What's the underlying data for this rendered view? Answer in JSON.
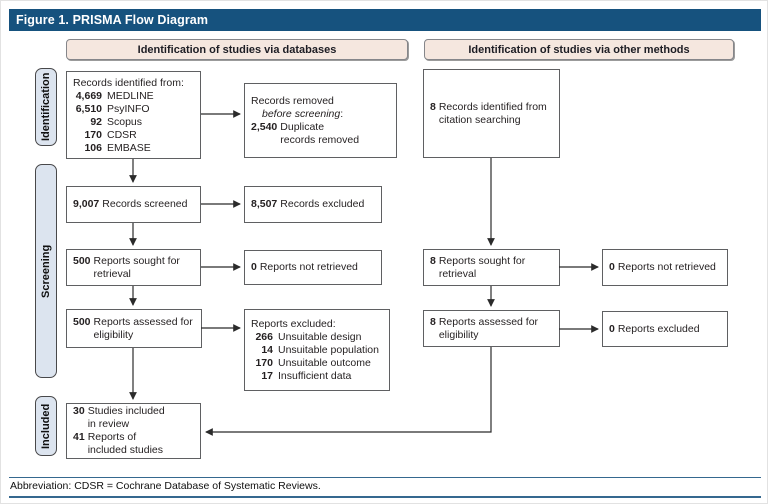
{
  "title": "Figure 1. PRISMA Flow Diagram",
  "headers": {
    "databases": "Identification of studies via databases",
    "other_methods": "Identification of studies via other methods"
  },
  "stages": {
    "identification": "Identification",
    "screening": "Screening",
    "included": "Included"
  },
  "database_flow": {
    "records_identified": {
      "title": "Records identified from:",
      "sources": [
        {
          "n": "4,669",
          "label": "MEDLINE"
        },
        {
          "n": "6,510",
          "label": "PsyINFO"
        },
        {
          "n": "92",
          "label": "Scopus"
        },
        {
          "n": "170",
          "label": "CDSR"
        },
        {
          "n": "106",
          "label": "EMBASE"
        }
      ]
    },
    "records_removed": {
      "line1": "Records removed",
      "line2": "before screening",
      "line2_suffix": ":",
      "n": "2,540",
      "label_line1": "Duplicate",
      "label_line2": "records removed"
    },
    "records_screened": {
      "n": "9,007",
      "label": "Records screened"
    },
    "records_excluded": {
      "n": "8,507",
      "label": "Records excluded"
    },
    "reports_sought": {
      "n": "500",
      "label": "Reports sought for retrieval"
    },
    "reports_not_retrieved": {
      "n": "0",
      "label": "Reports not retrieved"
    },
    "reports_assessed": {
      "n": "500",
      "label": "Reports assessed for eligibility"
    },
    "reports_excluded_detail": {
      "title": "Reports excluded:",
      "reasons": [
        {
          "n": "266",
          "label": "Unsuitable design"
        },
        {
          "n": "14",
          "label": "Unsuitable population"
        },
        {
          "n": "170",
          "label": "Unsuitable outcome"
        },
        {
          "n": "17",
          "label": "Insufficient data"
        }
      ]
    },
    "included": {
      "items": [
        {
          "n": "30",
          "label": "Studies included in review"
        },
        {
          "n": "41",
          "label": "Reports of included studies"
        }
      ]
    }
  },
  "other_flow": {
    "records_identified": {
      "n": "8",
      "label": "Records identified from citation searching"
    },
    "reports_sought": {
      "n": "8",
      "label": "Reports sought for retrieval"
    },
    "reports_not_retrieved": {
      "n": "0",
      "label": "Reports not retrieved"
    },
    "reports_assessed": {
      "n": "8",
      "label": "Reports assessed for eligibility"
    },
    "reports_excluded": {
      "n": "0",
      "label": "Reports excluded"
    }
  },
  "footnote": "Abbreviation: CDSR = Cochrane Database of Systematic Reviews.",
  "colors": {
    "title_bar": "#16527e",
    "header_box": "#f5e7df",
    "stage_pill": "#dce4ef",
    "rule_blue": "#35688f",
    "box_border": "#5f6062"
  }
}
